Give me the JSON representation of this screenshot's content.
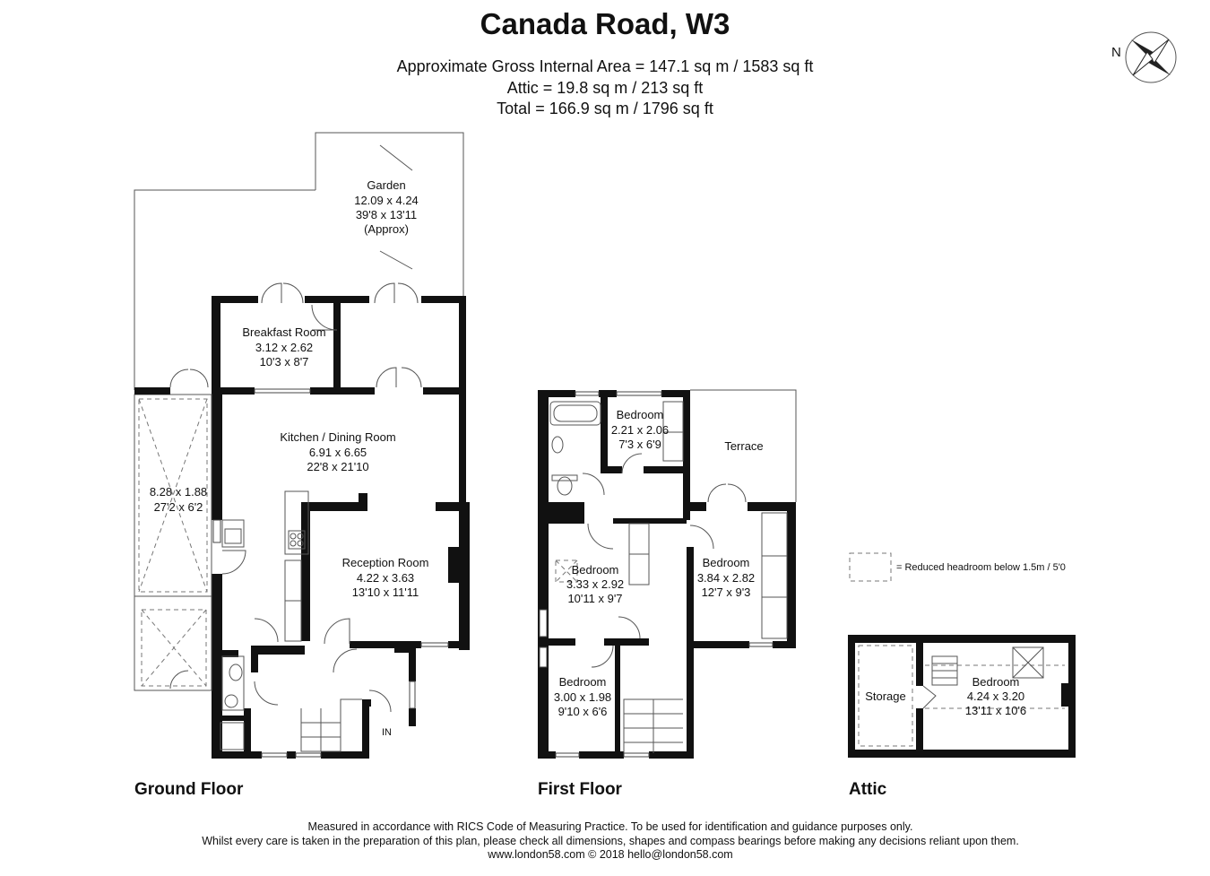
{
  "header": {
    "title": "Canada Road, W3",
    "area_lines": [
      "Approximate Gross Internal Area = 147.1 sq m / 1583 sq ft",
      "Attic = 19.8 sq m / 213 sq ft",
      "Total = 166.9 sq m / 1796 sq ft"
    ],
    "compass_label": "N"
  },
  "floors": {
    "ground": "Ground Floor",
    "first": "First Floor",
    "attic": "Attic"
  },
  "rooms": {
    "garden": [
      "Garden",
      "12.09 x 4.24",
      "39'8 x 13'11",
      "(Approx)"
    ],
    "breakfast": [
      "Breakfast Room",
      "3.12 x 2.62",
      "10'3 x 8'7"
    ],
    "kitchen": [
      "Kitchen / Dining Room",
      "6.91 x 6.65",
      "22'8 x 21'10"
    ],
    "side_return": [
      "8.28 x 1.88",
      "27'2 x 6'2"
    ],
    "reception": [
      "Reception Room",
      "4.22 x 3.63",
      "13'10 x 11'11"
    ],
    "entrance": "IN",
    "ff_bed_small": [
      "Bedroom",
      "2.21 x 2.06",
      "7'3 x 6'9"
    ],
    "terrace": "Terrace",
    "ff_bed_mid": [
      "Bedroom",
      "3.33 x 2.92",
      "10'11 x 9'7"
    ],
    "ff_bed_right": [
      "Bedroom",
      "3.84 x 2.82",
      "12'7 x 9'3"
    ],
    "ff_bed_bottom": [
      "Bedroom",
      "3.00 x 1.98",
      "9'10 x 6'6"
    ],
    "storage": "Storage",
    "attic_bed": [
      "Bedroom",
      "4.24 x 3.20",
      "13'11 x 10'6"
    ]
  },
  "legend": "= Reduced headroom below 1.5m / 5'0",
  "footer": [
    "Measured in accordance with RICS Code of Measuring Practice. To be used for identification and guidance purposes only.",
    "Whilst every care is taken in the preparation of this plan, please check all dimensions, shapes and compass bearings before making any decisions reliant upon them.",
    "www.london58.com © 2018 hello@london58.com"
  ]
}
